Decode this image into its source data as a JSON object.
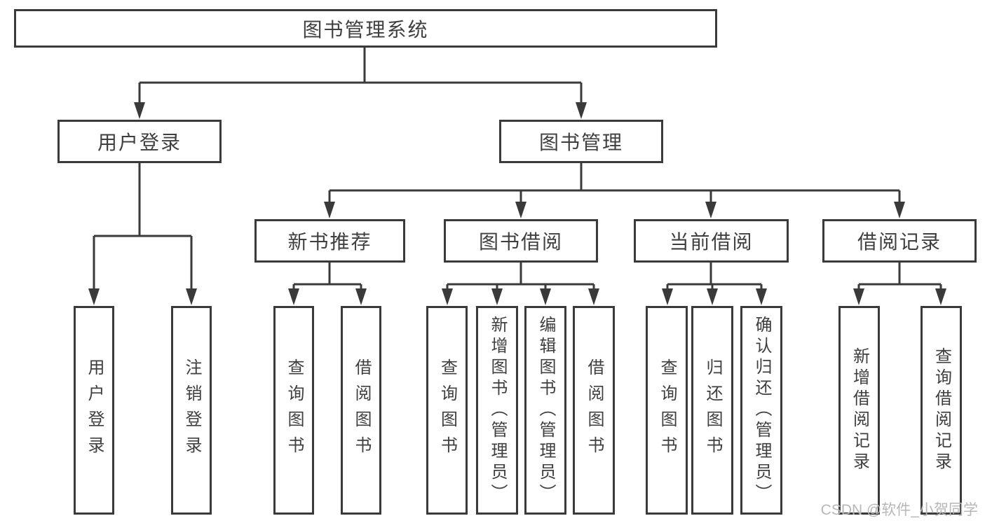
{
  "diagram": {
    "root": "图书管理系统",
    "level2": {
      "user_login": "用户登录",
      "book_management": "图书管理"
    },
    "level3": {
      "new_book_recommendation": "新书推荐",
      "book_borrowing": "图书借阅",
      "current_borrowing": "当前借阅",
      "borrowing_records": "借阅记录"
    },
    "leaves": {
      "user_login": [
        "用户登录",
        "注销登录"
      ],
      "new_book_recommendation": [
        "查询图书",
        "借阅图书"
      ],
      "book_borrowing": [
        "查询图书",
        "新增图书（管理员）",
        "编辑图书（管理员）",
        "借阅图书"
      ],
      "current_borrowing": [
        "查询图书",
        "归还图书",
        "确认归还（管理员）"
      ],
      "borrowing_records": [
        "新增借阅记录",
        "查询借阅记录"
      ]
    }
  },
  "watermark": "CSDN @软件_小贺同学",
  "colors": {
    "line": "#3a3a3a",
    "text": "#3f3f3f",
    "watermark": "#b7b7b7",
    "background": "#ffffff"
  }
}
